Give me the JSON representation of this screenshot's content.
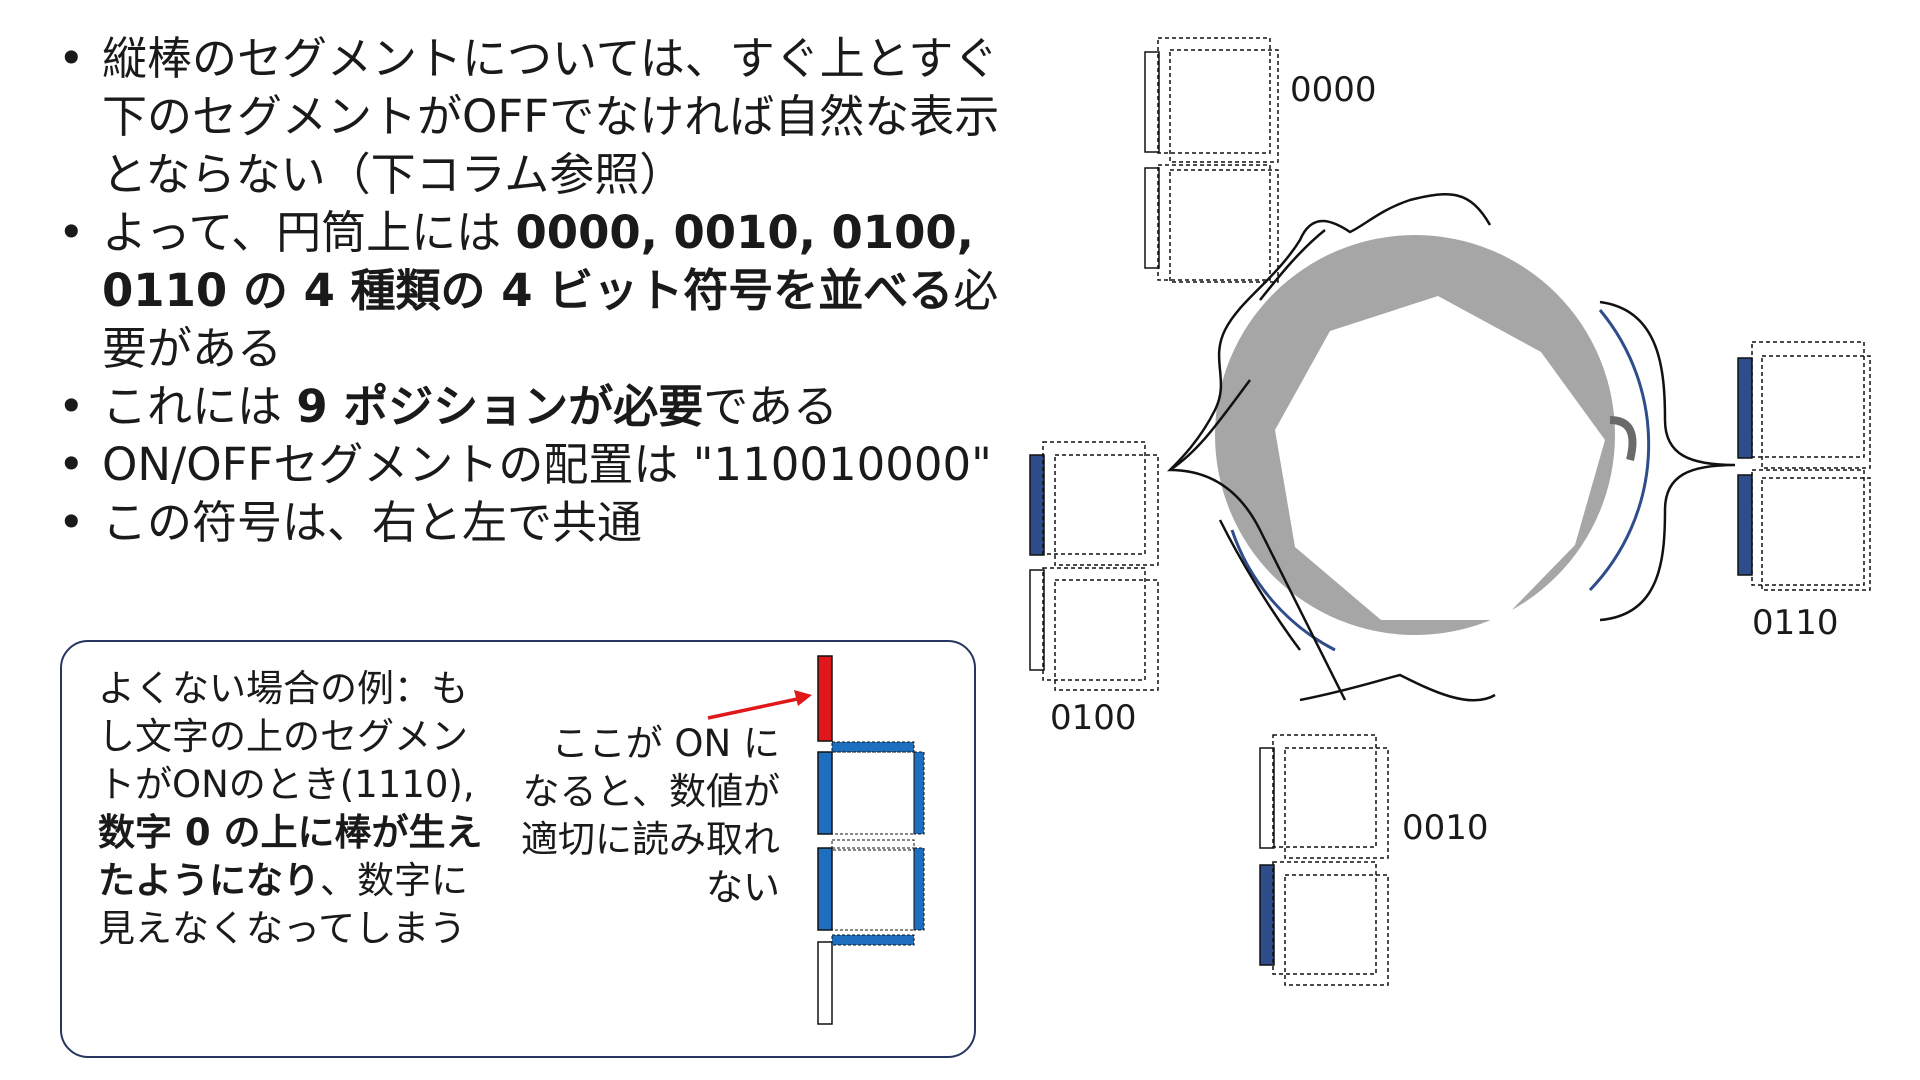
{
  "bullets": [
    {
      "parts": [
        {
          "text": "縦棒のセグメントについては、すぐ上とすぐ下のセグメントがOFFでなければ自然な表示とならない（下コラム参照）",
          "bold": false
        }
      ]
    },
    {
      "parts": [
        {
          "text": "よって、円筒上には ",
          "bold": false
        },
        {
          "text": "0000, 0010, 0100, 0110 の 4 種類の 4 ビット符号を並べる",
          "bold": true
        },
        {
          "text": "必要がある",
          "bold": false
        }
      ]
    },
    {
      "parts": [
        {
          "text": "これには ",
          "bold": false
        },
        {
          "text": "9 ポジションが必要",
          "bold": true
        },
        {
          "text": "である",
          "bold": false
        }
      ]
    },
    {
      "parts": [
        {
          "text": "ON/OFFセグメントの配置は \"110010000\"",
          "bold": false
        }
      ]
    },
    {
      "parts": [
        {
          "text": "この符号は、右と左で共通",
          "bold": false
        }
      ]
    }
  ],
  "column": {
    "left_parts": [
      {
        "text": "よくない場合の例：もし文字の上のセグメントがONのとき(1110), ",
        "bold": false
      },
      {
        "text": "数字 0 の上に棒が生えたようになり",
        "bold": true
      },
      {
        "text": "、数字に見えなくなってしまう",
        "bold": false
      }
    ],
    "arrow_note": "ここが ON になると、数値が適切に読み取れない"
  },
  "codes": {
    "top": "0000",
    "right": "0110",
    "left": "0100",
    "bottom": "0010"
  },
  "colors": {
    "on_segment": "#2f4d8a",
    "warning_segment": "#e0171b",
    "digit_blue": "#1f6fc0",
    "ring_gray": "#a6a6a6",
    "box_border": "#27365f"
  }
}
